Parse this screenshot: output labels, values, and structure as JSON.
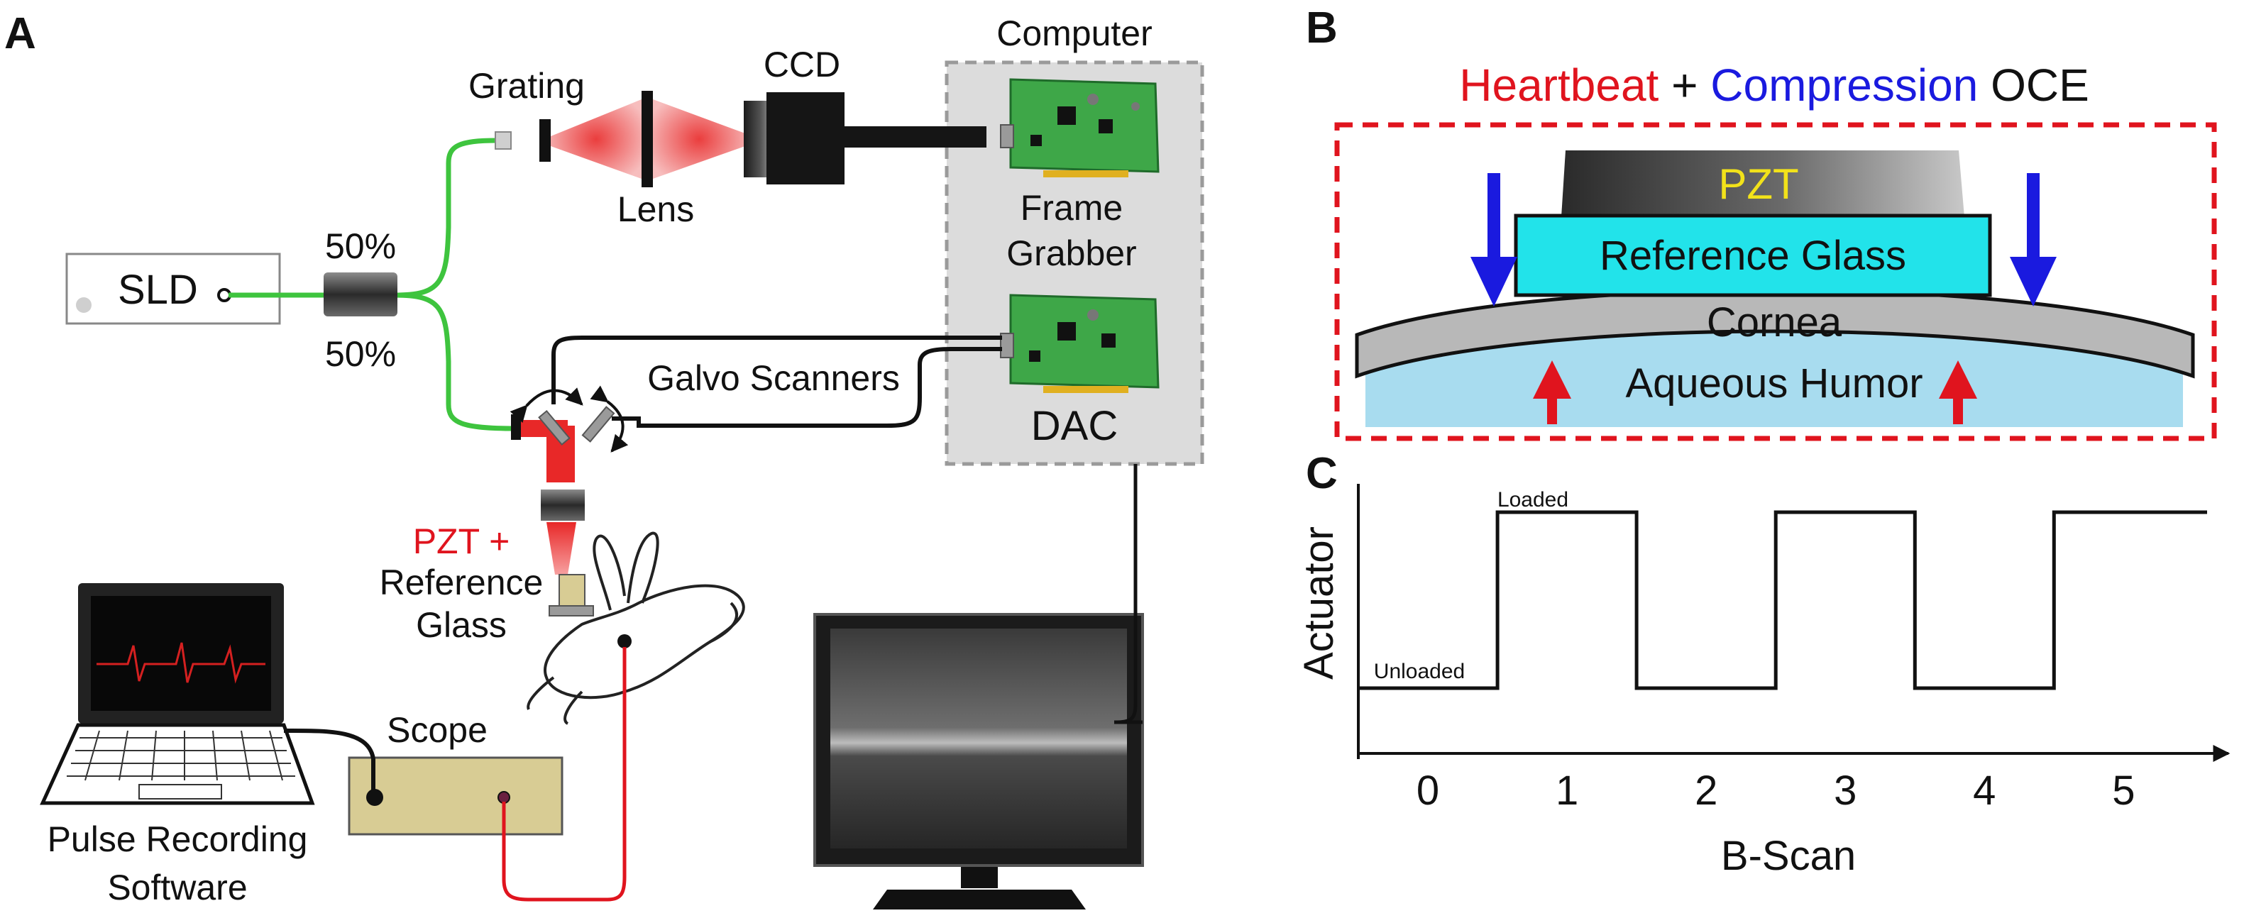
{
  "panel_a": {
    "letter": "A",
    "sld": "SLD",
    "split_top": "50%",
    "split_bottom": "50%",
    "grating": "Grating",
    "lens": "Lens",
    "ccd": "CCD",
    "computer": "Computer",
    "frame_grabber_1": "Frame",
    "frame_grabber_2": "Grabber",
    "dac": "DAC",
    "galvo": "Galvo Scanners",
    "pzt_plus": "PZT +",
    "ref_glass_1": "Reference",
    "ref_glass_2": "Glass",
    "scope": "Scope",
    "pulse_software_1": "Pulse Recording",
    "pulse_software_2": "Software"
  },
  "panel_b": {
    "letter": "B",
    "title_heartbeat": "Heartbeat",
    "title_plus": " + ",
    "title_compression": "Compression",
    "title_oce": " OCE",
    "pzt": "PZT",
    "reference_glass": "Reference Glass",
    "cornea": "Cornea",
    "aqueous_humor": "Aqueous Humor"
  },
  "panel_c": {
    "letter": "C",
    "loaded": "Loaded",
    "unloaded": "Unloaded"
  },
  "colors": {
    "red": "#e0141e",
    "blue": "#1a1adf",
    "green": "#3ec43e",
    "cyan": "#22e3ea",
    "board": "#3ea748",
    "laser": "#e82828"
  },
  "chart_data": {
    "type": "line",
    "xlabel": "B-Scan",
    "ylabel": "Actuator",
    "x_ticks": [
      0,
      1,
      2,
      3,
      4,
      5
    ],
    "xlim": [
      -0.5,
      5.6
    ],
    "ylim": [
      0,
      1
    ],
    "series": [
      {
        "x": [
          -0.5,
          0.5,
          0.5,
          1.5,
          1.5,
          2.5,
          2.5,
          3.5,
          3.5,
          4.5,
          4.5,
          5.6
        ],
        "y": [
          0,
          0,
          1,
          1,
          0,
          0,
          1,
          1,
          0,
          0,
          1,
          1
        ]
      }
    ],
    "annotations": [
      "Loaded",
      "Unloaded"
    ]
  }
}
